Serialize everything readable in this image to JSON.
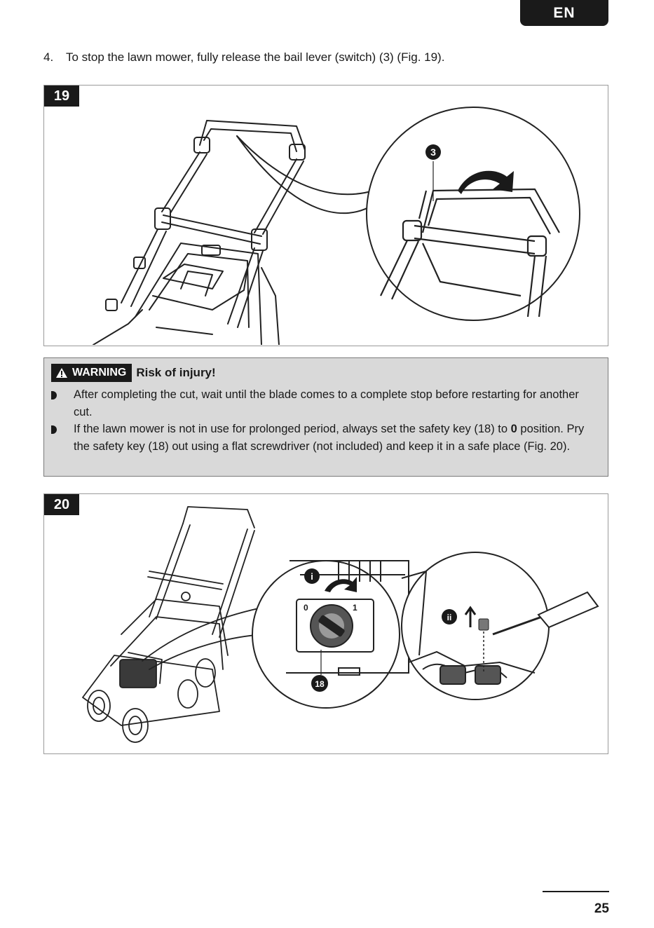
{
  "header": {
    "language": "EN"
  },
  "step": {
    "number": "4.",
    "text": "To stop the lawn mower, fully release the bail lever (switch) (3) (Fig. 19)."
  },
  "fig19": {
    "label": "19",
    "callout": "3"
  },
  "warning": {
    "badge": "WARNING",
    "title": "Risk of injury!",
    "items": [
      {
        "pre": "After completing the cut, wait until the blade comes to a complete stop before restarting for another cut.",
        "bold": "",
        "post": ""
      },
      {
        "pre": "If the lawn mower is not in use for prolonged period, always set the safety key (18) to ",
        "bold": "0",
        "post": " position. Pry the safety key (18) out using a flat screwdriver (not included) and keep it in a safe place (Fig. 20)."
      }
    ]
  },
  "fig20": {
    "label": "20",
    "step_i": "i",
    "step_ii": "ii",
    "dial_left": "0",
    "dial_right": "1",
    "callout": "18"
  },
  "footer": {
    "page_number": "25"
  }
}
